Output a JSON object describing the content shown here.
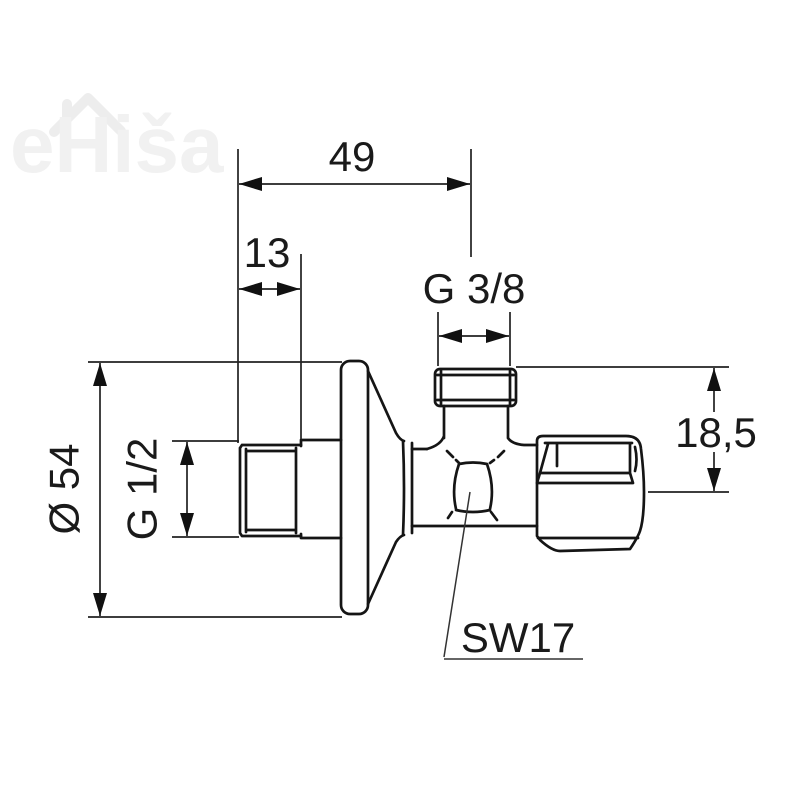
{
  "page": {
    "background": "#ffffff",
    "watermark": {
      "text": "eHiša",
      "color": "#f1f1f1",
      "roof_color": "#ededed"
    }
  },
  "drawing": {
    "description": "Angle valve side-view technical drawing with dimensions",
    "line_color": "#151515",
    "dimension_line_color": "#222222",
    "text_color": "#1a1a1a",
    "labels": {
      "overall_width": "49",
      "inlet_offset": "13",
      "top_thread": "G 3/8",
      "rosette_diameter": "Ø 54",
      "inlet_thread": "G 1/2",
      "outlet_offset": "18,5",
      "hex_size": "SW17"
    }
  }
}
